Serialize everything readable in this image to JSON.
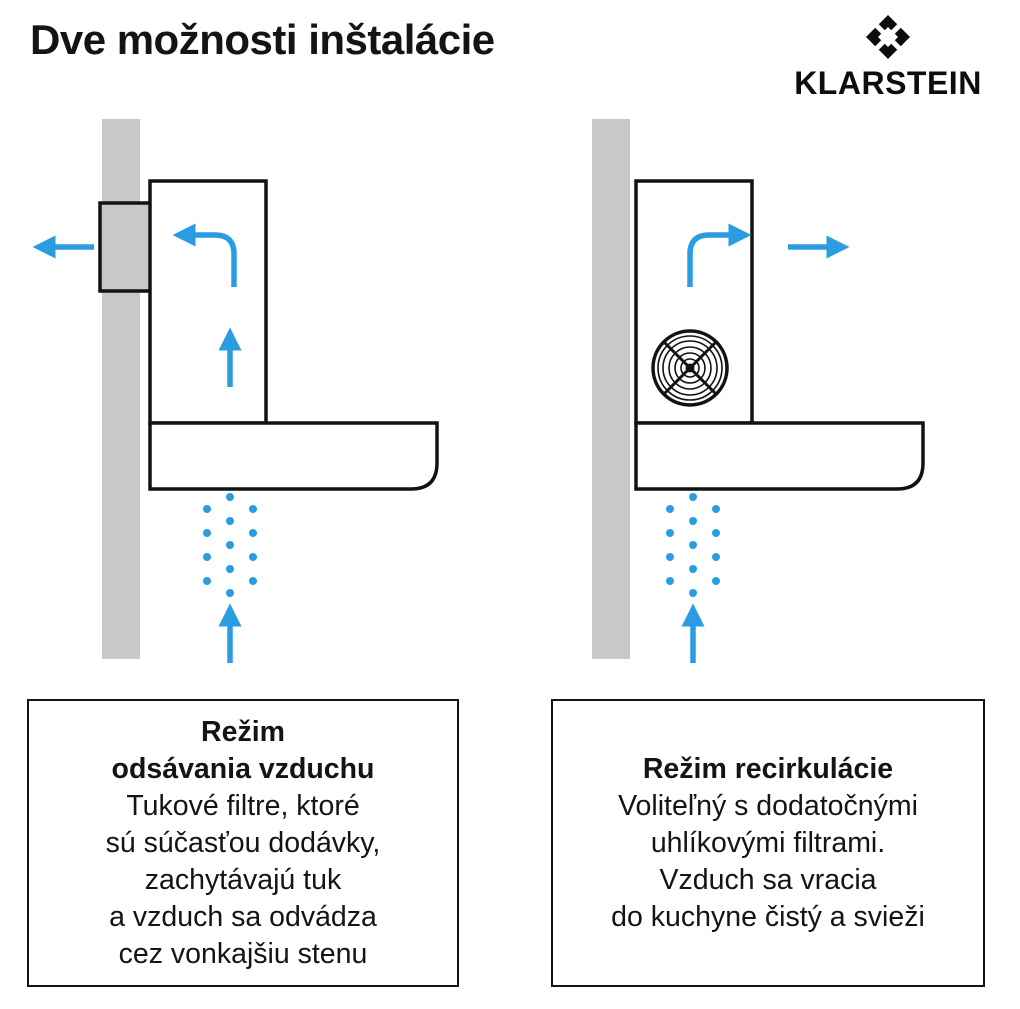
{
  "header": {
    "title": "Dve možnosti inštalácie",
    "brand": "KLARSTEIN",
    "brand_icon": "klarstein-diamond-icon"
  },
  "colors": {
    "accent_blue": "#2A9DE2",
    "wall_gray": "#C8C8C8",
    "line_black": "#121212"
  },
  "left_panel": {
    "diagram": "exhaust-through-wall-hood",
    "heading_lines": [
      "Režim",
      "odsávania vzduchu"
    ],
    "body_lines": [
      "Tukové filtre, ktoré",
      "sú súčasťou dodávky,",
      "zachytávajú tuk",
      "a vzduch sa odvádza",
      "cez vonkajšiu stenu"
    ]
  },
  "right_panel": {
    "diagram": "recirculation-hood-with-fan",
    "heading_lines": [
      "Režim recirkulácie"
    ],
    "body_lines": [
      "Voliteľný s dodatočnými",
      "uhlíkovými filtrami.",
      "Vzduch sa vracia",
      "do kuchyne čistý a svieži"
    ]
  }
}
